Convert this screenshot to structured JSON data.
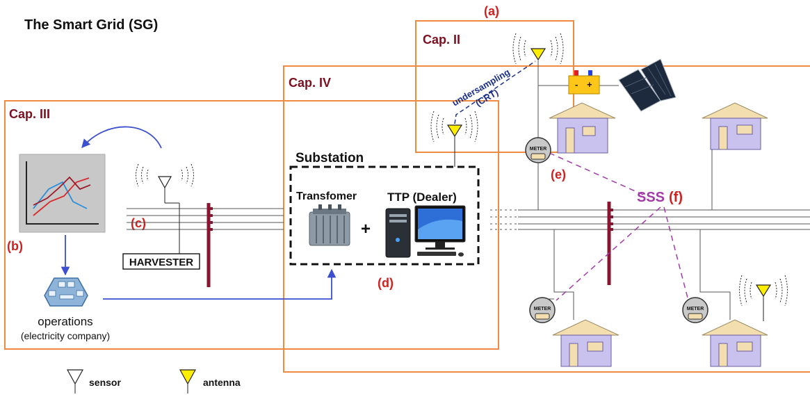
{
  "title": "The Smart Grid (SG)",
  "chapters": {
    "cap2": "Cap. II",
    "cap3": "Cap. III",
    "cap4": "Cap. IV"
  },
  "markers": {
    "a": "(a)",
    "b": "(b)",
    "c": "(c)",
    "d": "(d)",
    "e": "(e)",
    "f": "(f)"
  },
  "sss": "SSS",
  "substation": {
    "title": "Substation",
    "transformer": "Transfomer",
    "plus": "+",
    "ttp": "TTP (Dealer)"
  },
  "harvester": "HARVESTER",
  "operations": {
    "line1": "operations",
    "line2": "(electricity company)"
  },
  "undersampling": {
    "line1": "undersampling",
    "line2": "(CRT)"
  },
  "meter_label": "METER",
  "legend": {
    "sensor": "sensor",
    "antenna": "antenna"
  },
  "colors": {
    "box_border": "#f08a40",
    "chapter_text": "#7b1020",
    "marker_text": "#d02020",
    "sss_text": "#a23aa8",
    "arrow_blue": "#3b4fd0",
    "pole": "#8a1530",
    "antenna_fill": "#ffee00",
    "house_wall": "#c9c1ee",
    "house_roof": "#f2deae",
    "house_door": "#f2deae"
  }
}
